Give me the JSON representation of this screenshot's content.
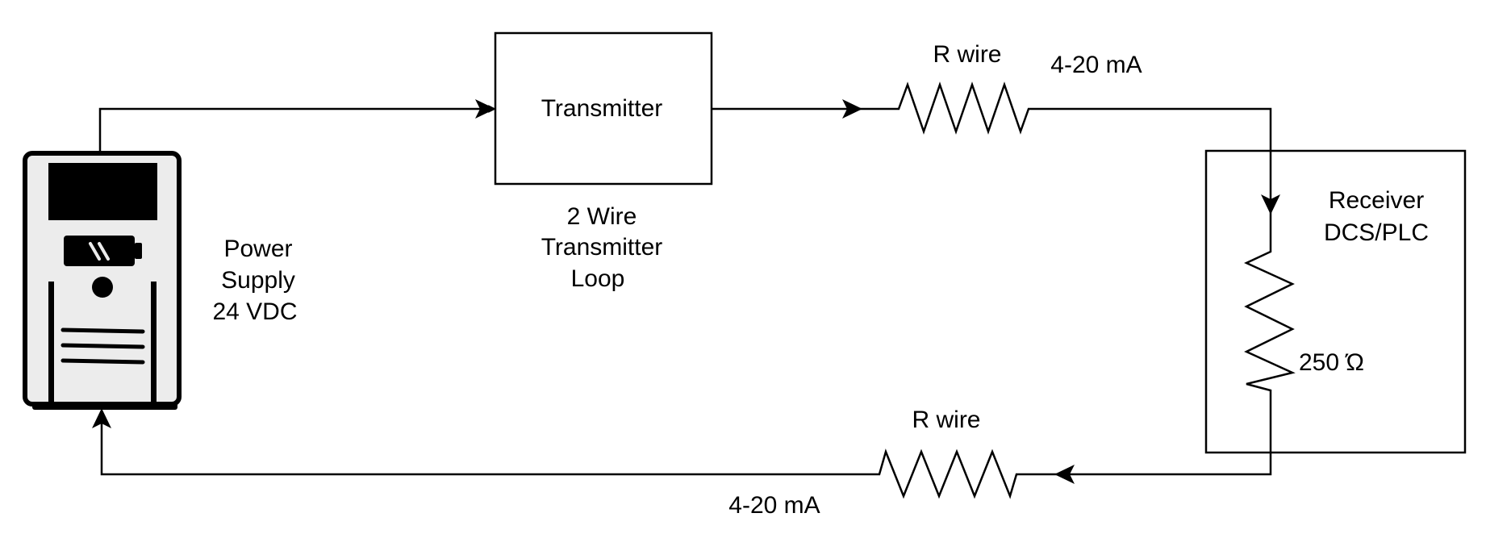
{
  "power_supply": {
    "label_lines": [
      "Power",
      "Supply",
      "24 VDC"
    ]
  },
  "transmitter": {
    "box_label": "Transmitter",
    "caption_lines": [
      "2 Wire",
      "Transmitter",
      "Loop"
    ]
  },
  "wire_resistor_top": {
    "label": "R wire",
    "current_label": "4-20 mA"
  },
  "wire_resistor_bottom": {
    "label": "R wire",
    "current_label": "4-20 mA"
  },
  "receiver": {
    "label_lines": [
      "Receiver",
      "DCS/PLC"
    ],
    "resistor_label": "250 Ώ"
  },
  "colors": {
    "line": "#000000",
    "device_body": "#ececec",
    "device_dark": "#000000"
  },
  "icons": [
    "power-supply-icon",
    "battery-icon"
  ]
}
